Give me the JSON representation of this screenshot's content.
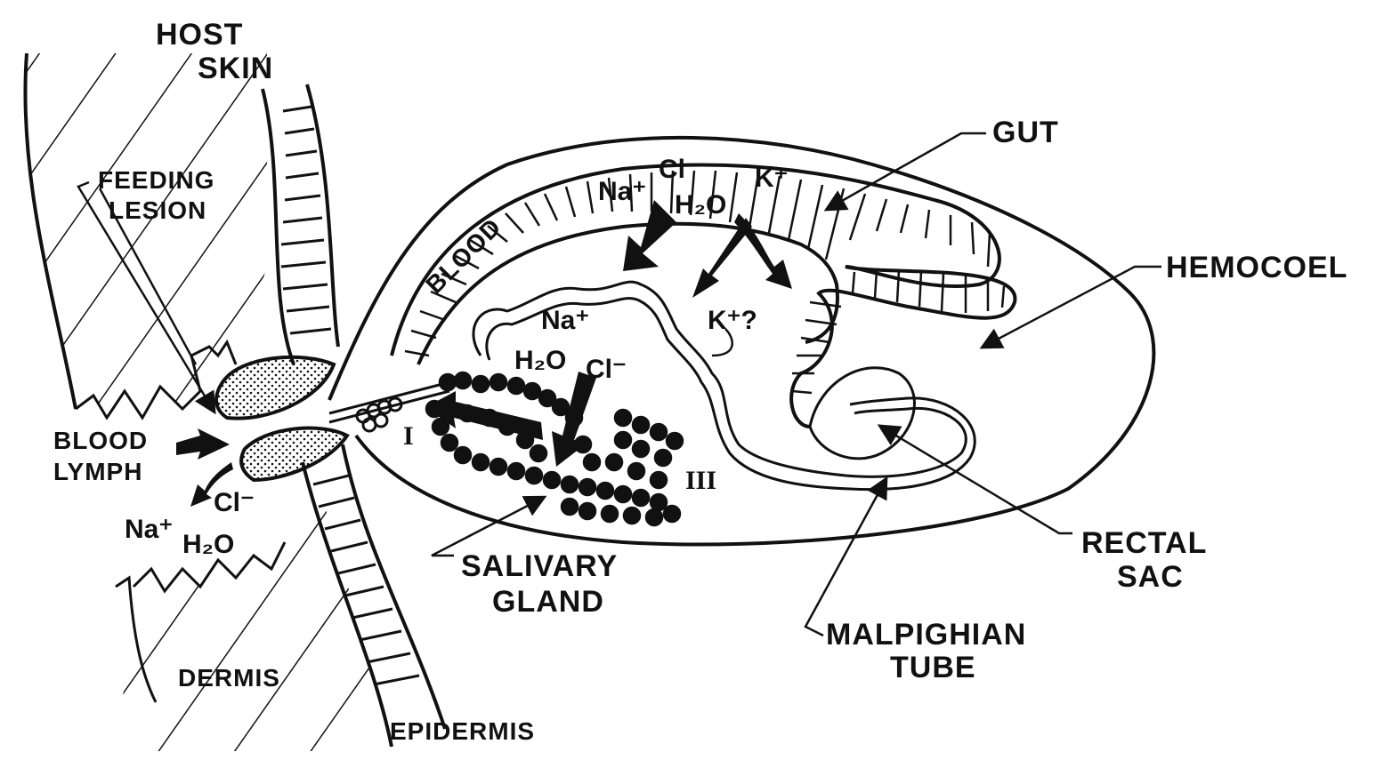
{
  "colors": {
    "ink": "#111111",
    "paper": "#ffffff"
  },
  "labels": {
    "host_skin": [
      "HOST",
      "SKIN"
    ],
    "feeding_lesion": [
      "FEEDING",
      "LESION"
    ],
    "blood_lymph": [
      "BLOOD",
      "LYMPH"
    ],
    "dermis": "DERMIS",
    "epidermis": "EPIDERMIS",
    "salivary_gland": [
      "SALIVARY",
      "GLAND"
    ],
    "malpighian_tube": [
      "MALPIGHIAN",
      "TUBE"
    ],
    "rectal_sac": [
      "RECTAL",
      "SAC"
    ],
    "hemocoel": "HEMOCOEL",
    "gut": "GUT",
    "blood": "BLOOD"
  },
  "ions": {
    "skin": {
      "cl": "Cl⁻",
      "na": "Na⁺",
      "h2o": "H₂O"
    },
    "gut": {
      "na": "Na⁺",
      "cl": "Cl⁻",
      "h2o": "H₂O",
      "k": "K⁺"
    },
    "hemocoel": {
      "na": "Na⁺",
      "h2o": "H₂O",
      "cl": "Cl⁻",
      "k": "K⁺?"
    }
  },
  "gland_types": {
    "type_i": "I",
    "type_iii": "III"
  }
}
